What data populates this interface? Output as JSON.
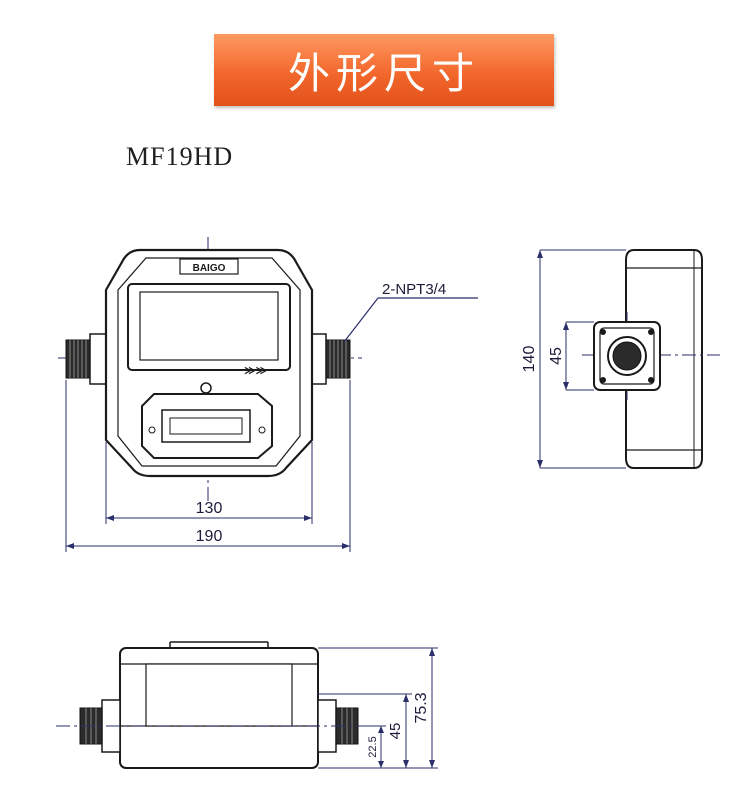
{
  "title": "外形尺寸",
  "model": "MF19HD",
  "front_view": {
    "brand_label": "BAIGO",
    "arrow_mark": "≫≫",
    "thread_callout": "2-NPT3/4",
    "dim_inner_width": "130",
    "dim_total_width": "190"
  },
  "side_view": {
    "dim_height": "140",
    "dim_flange": "45"
  },
  "bottom_view": {
    "dim_height": "75.3",
    "dim_pipe_height": "45",
    "dim_pipe_center": "22.5"
  },
  "colors": {
    "banner_top": "#ff9a62",
    "banner_bottom": "#e2521b",
    "dimension_line": "#2a2f6a",
    "outline": "#1a1a1a"
  }
}
